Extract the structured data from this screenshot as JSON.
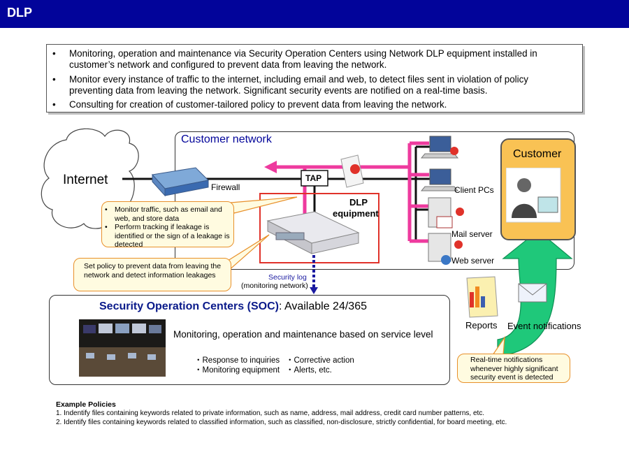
{
  "header": {
    "title": "DLP"
  },
  "bullets": [
    "Monitoring, operation and maintenance via Security Operation Centers using Network DLP equipment installed in customer’s network and configured to prevent data from leaving the network.",
    "Monitor every instance of traffic to the internet, including email and web, to detect files sent in violation of policy preventing data from leaving the network. Significant security events are notified on a real-time basis.",
    "Consulting for creation of customer-tailored policy to prevent data from leaving the network."
  ],
  "diagram": {
    "customer_network": "Customer network",
    "internet": "Internet",
    "firewall": "Firewall",
    "tap": "TAP",
    "dlp_line1": "DLP",
    "dlp_line2": "equipment",
    "client_pcs": "Client PCs",
    "mail_server": "Mail server",
    "web_server": "Web server",
    "customer": "Customer",
    "security_log_line1": "Security log",
    "security_log_line2": "(monitoring network)",
    "callout_monitor": [
      "Monitor traffic, such as email and web, and store data",
      "Perform tracking if leakage is identified or the sign of a leakage is detected"
    ],
    "callout_policy": "Set policy to prevent data from leaving the network and detect information leakages",
    "reports": "Reports",
    "event_notifications": "Event notifications",
    "realtime_notice": "Real-time notifications whenever highly significant security event is detected"
  },
  "soc": {
    "title": "Security Operation Centers (SOC)",
    "availability": ": Available 24/365",
    "subtitle": "Monitoring, operation and maintenance based on service level",
    "items_col1": [
      "・Response to inquiries",
      "・Monitoring equipment"
    ],
    "items_col2": [
      "・Corrective action",
      "・Alerts, etc."
    ]
  },
  "examples": {
    "heading": "Example Policies",
    "items": [
      "1. Indentify files containing keywords related to private information, such as name, address, mail address, credit card number patterns, etc.",
      "2. Identify files containing keywords related to classified information, such as classified, non-disclosure, strictly confidential, for board meeting, etc."
    ]
  },
  "colors": {
    "header": "#02049a",
    "pink": "#ee3a9e",
    "soc_title": "#0a1a8a",
    "green": "#1fc87a",
    "callout_border": "#e8902a",
    "callout_fill": "#fffbe0"
  }
}
